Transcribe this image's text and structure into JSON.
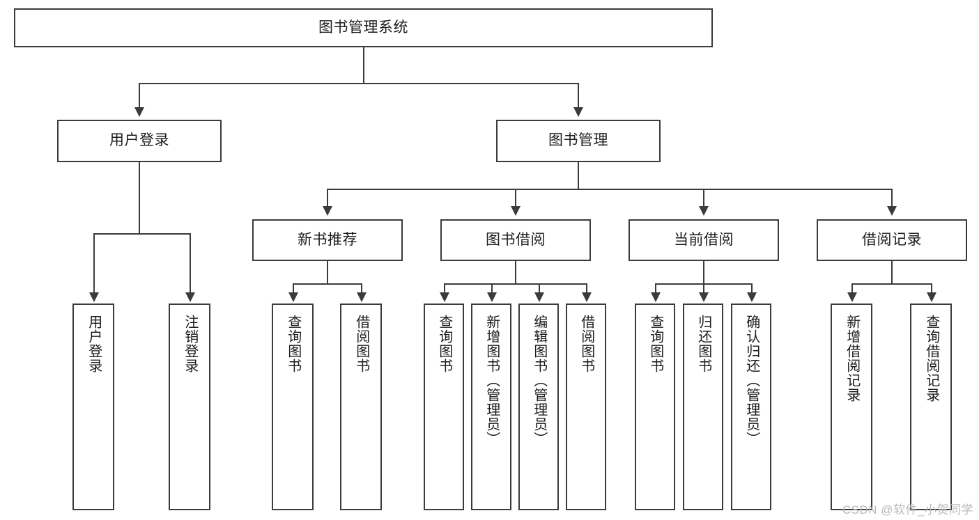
{
  "diagram": {
    "title": "图书管理系统",
    "type": "功能结构图",
    "stroke_color": "#3b3b3b",
    "fill_color": "#ffffff",
    "text_color": "#1c1c1c"
  },
  "root": {
    "label": "图书管理系统"
  },
  "level2": [
    {
      "label": "用户登录"
    },
    {
      "label": "图书管理"
    }
  ],
  "level3": [
    {
      "label": "新书推荐"
    },
    {
      "label": "图书借阅"
    },
    {
      "label": "当前借阅"
    },
    {
      "label": "借阅记录"
    }
  ],
  "leaves": {
    "user_login": [
      {
        "label": "用户登录"
      },
      {
        "label": "注销登录"
      }
    ],
    "new_book_recommend": [
      {
        "label": "查询图书"
      },
      {
        "label": "借阅图书"
      }
    ],
    "book_borrow": [
      {
        "label": "查询图书"
      },
      {
        "label": "新增图书（管理员）"
      },
      {
        "label": "编辑图书（管理员）"
      },
      {
        "label": "借阅图书"
      }
    ],
    "current_borrow": [
      {
        "label": "查询图书"
      },
      {
        "label": "归还图书"
      },
      {
        "label": "确认归还（管理员）"
      }
    ],
    "borrow_record": [
      {
        "label": "新增借阅记录"
      },
      {
        "label": "查询借阅记录"
      }
    ]
  },
  "watermark": {
    "text": "CSDN @软件_小贺同学"
  }
}
